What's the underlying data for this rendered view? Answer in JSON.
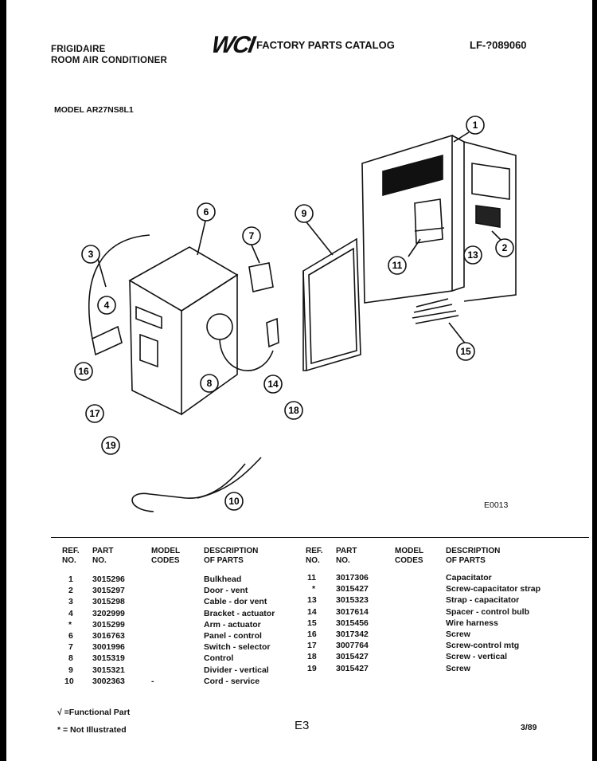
{
  "header": {
    "brand": "FRIGIDAIRE",
    "product": "ROOM AIR CONDITIONER",
    "logo": "WCI",
    "catalog_title": "FACTORY PARTS CATALOG",
    "catalog_number": "LF-?089060",
    "model": "MODEL AR27NS8L1"
  },
  "diagram": {
    "code": "E0013",
    "callouts": [
      "1",
      "2",
      "3",
      "4",
      "6",
      "7",
      "8",
      "9",
      "10",
      "11",
      "13",
      "14",
      "15",
      "16",
      "17",
      "18",
      "19"
    ]
  },
  "table": {
    "columns": {
      "ref": [
        "REF.",
        "NO."
      ],
      "part": [
        "PART",
        "NO."
      ],
      "model": [
        "MODEL",
        "CODES"
      ],
      "desc": [
        "DESCRIPTION",
        "OF PARTS"
      ]
    },
    "left": [
      {
        "ref": "1",
        "part": "3015296",
        "model": "",
        "desc": "Bulkhead"
      },
      {
        "ref": "2",
        "part": "3015297",
        "model": "",
        "desc": "Door - vent"
      },
      {
        "ref": "3",
        "part": "3015298",
        "model": "",
        "desc": "Cable - dor vent"
      },
      {
        "ref": "4",
        "part": "3202999",
        "model": "",
        "desc": "Bracket - actuator"
      },
      {
        "ref": "*",
        "part": "3015299",
        "model": "",
        "desc": "Arm - actuator"
      },
      {
        "ref": "6",
        "part": "3016763",
        "model": "",
        "desc": "Panel - control"
      },
      {
        "ref": "7",
        "part": "3001996",
        "model": "",
        "desc": "Switch - selector"
      },
      {
        "ref": "8",
        "part": "3015319",
        "model": "",
        "desc": "Control"
      },
      {
        "ref": "9",
        "part": "3015321",
        "model": "",
        "desc": "Divider - vertical"
      },
      {
        "ref": "10",
        "part": "3002363",
        "model": "-",
        "desc": "Cord - service"
      }
    ],
    "right": [
      {
        "ref": "11",
        "part": "3017306",
        "model": "",
        "desc": "Capacitator"
      },
      {
        "ref": "*",
        "part": "3015427",
        "model": "",
        "desc": "Screw-capacitator strap"
      },
      {
        "ref": "13",
        "part": "3015323",
        "model": "",
        "desc": "Strap - capacitator"
      },
      {
        "ref": "14",
        "part": "3017614",
        "model": "",
        "desc": "Spacer - control bulb"
      },
      {
        "ref": "15",
        "part": "3015456",
        "model": "",
        "desc": "Wire harness"
      },
      {
        "ref": "16",
        "part": "3017342",
        "model": "",
        "desc": "Screw"
      },
      {
        "ref": "17",
        "part": "3007764",
        "model": "",
        "desc": "Screw-control mtg"
      },
      {
        "ref": "18",
        "part": "3015427",
        "model": "",
        "desc": "Screw - vertical"
      },
      {
        "ref": "19",
        "part": "3015427",
        "model": "",
        "desc": "Screw"
      }
    ]
  },
  "footer": {
    "legend_functional": "√ =Functional Part",
    "legend_not_illustrated": "* = Not Illustrated",
    "page": "E3",
    "date": "3/89"
  }
}
